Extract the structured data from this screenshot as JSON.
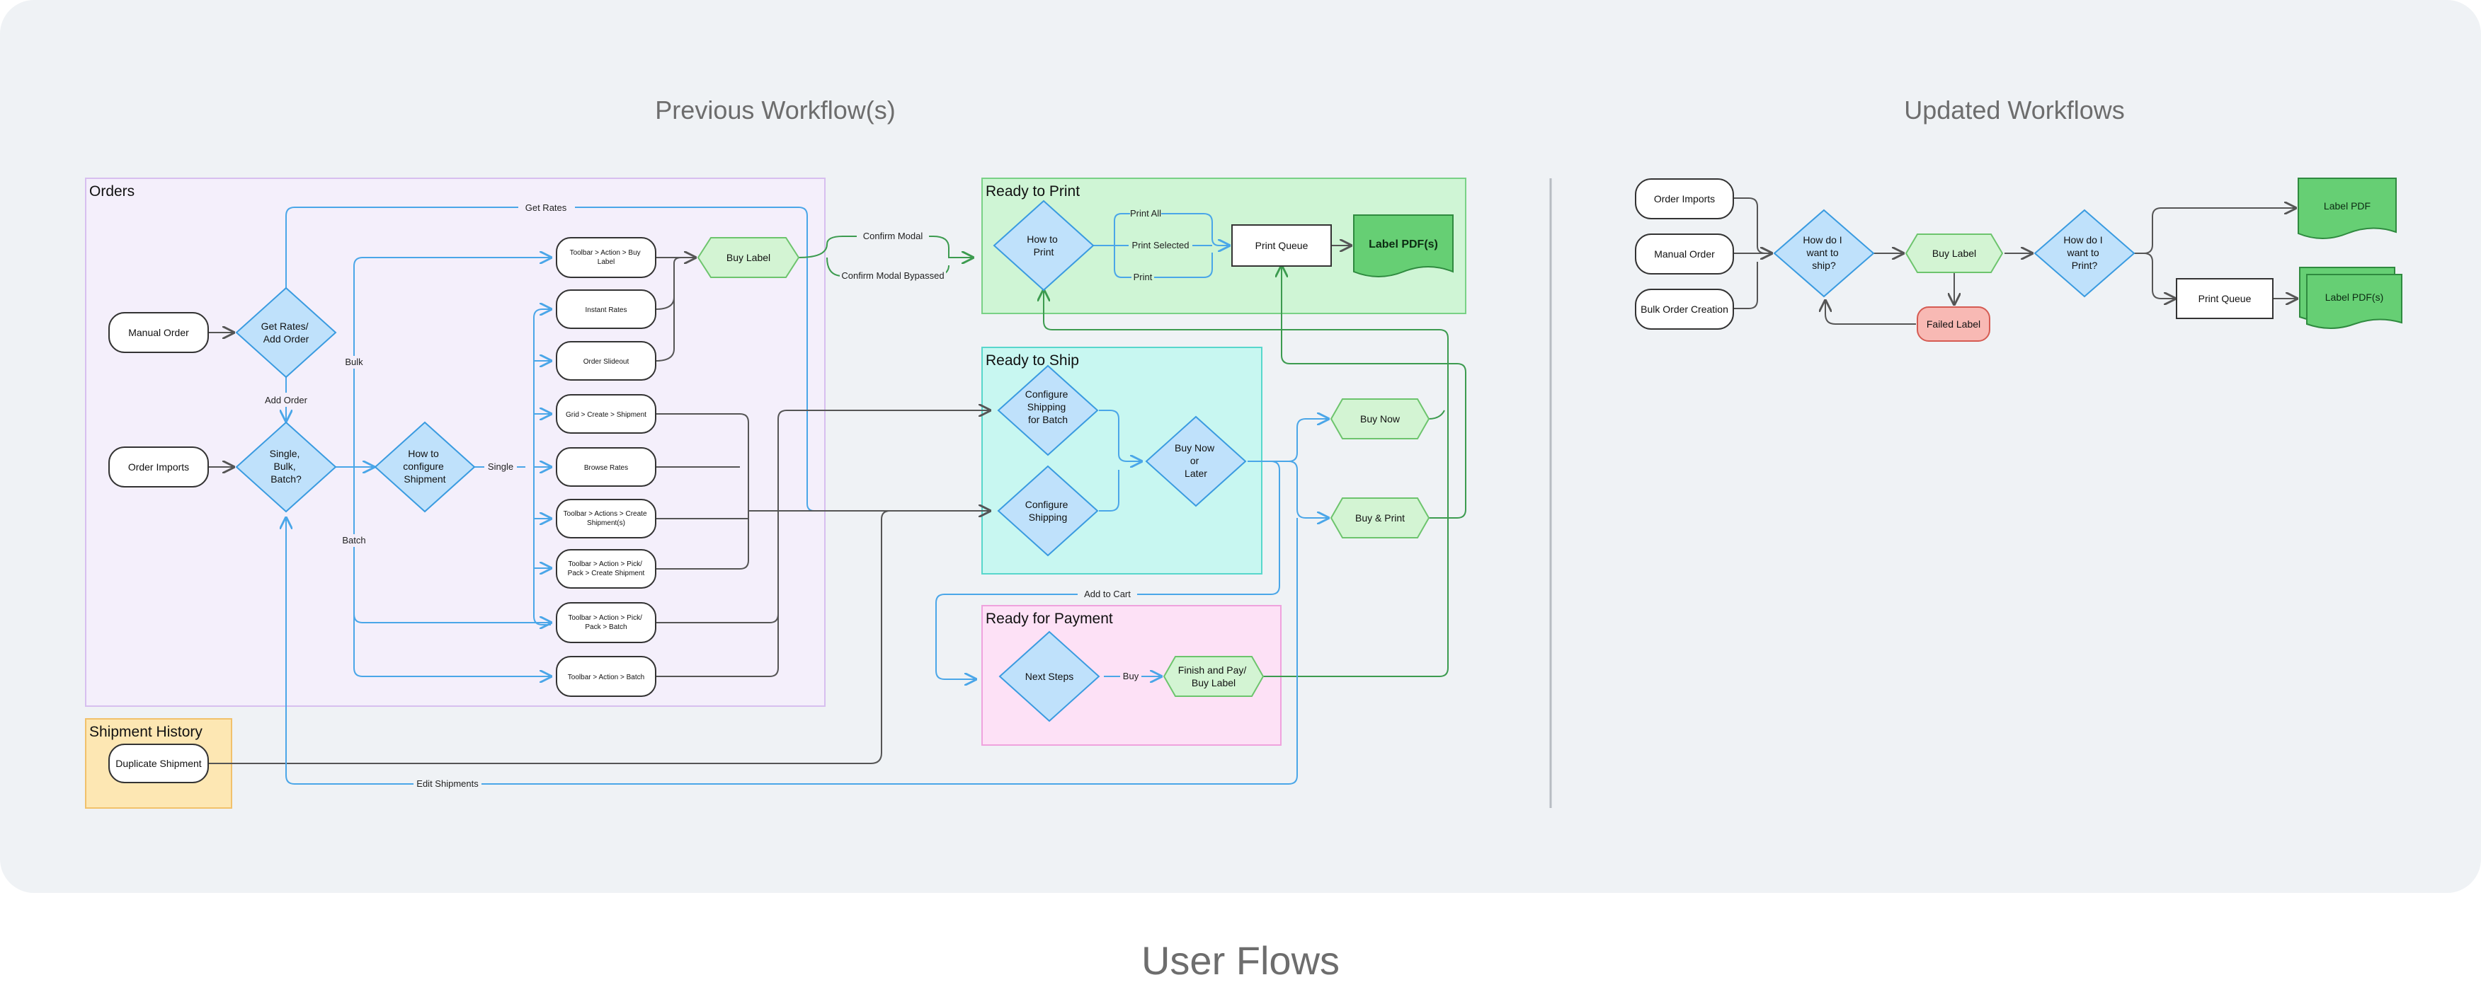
{
  "page_title": "User Flows",
  "colors": {
    "background_panel": "#eff2f5",
    "orders_fill": "#f4effb",
    "orders_border": "#d7bfef",
    "history_fill": "#fde7b3",
    "history_border": "#f1c16b",
    "print_fill": "#cff5d5",
    "print_border": "#79d186",
    "ship_fill": "#c8f7f1",
    "ship_border": "#58d7cc",
    "payment_fill": "#fde1f6",
    "payment_border": "#efa2dd",
    "decision_fill": "#bfe1fb",
    "decision_border": "#3a9be0",
    "hex_fill": "#d3f4d3",
    "hex_border": "#6dc46d",
    "doc_fill": "#66cf74",
    "failed_fill": "#f8b9b4",
    "blue_line": "#4aa6e8",
    "gray_line": "#555555",
    "green_line": "#3c9b4f"
  },
  "previous": {
    "title": "Previous Workflow(s)",
    "groups": {
      "orders": "Orders",
      "shipment_history": "Shipment History",
      "ready_to_print": "Ready to Print",
      "ready_to_ship": "Ready to Ship",
      "ready_for_payment": "Ready for Payment"
    },
    "nodes": {
      "manual_order": "Manual Order",
      "order_imports": "Order Imports",
      "get_rates_add_order": [
        "Get Rates/",
        "Add Order"
      ],
      "single_bulk_batch": [
        "Single,",
        "Bulk,",
        "Batch?"
      ],
      "how_configure": [
        "How to",
        "configure",
        "Shipment"
      ],
      "toolbar_buy_label": [
        "Toolbar > Action > Buy",
        "Label"
      ],
      "instant_rates": "Instant Rates",
      "order_slideout": "Order Slideout",
      "grid_create": "Grid > Create > Shipment",
      "browse_rates": "Browse Rates",
      "toolbar_create": [
        "Toolbar > Actions > Create",
        "Shipment(s)"
      ],
      "toolbar_pick_create": [
        "Toolbar > Action > Pick/",
        "Pack > Create Shipment"
      ],
      "toolbar_pick_batch": [
        "Toolbar > Action > Pick/",
        "Pack > Batch"
      ],
      "toolbar_batch": "Toolbar > Action > Batch",
      "buy_label": "Buy Label",
      "how_to_print": [
        "How to",
        "Print"
      ],
      "print_queue": "Print Queue",
      "label_pdfs": "Label PDF(s)",
      "configure_batch": [
        "Configure",
        "Shipping",
        "for Batch"
      ],
      "configure_shipping": [
        "Configure",
        "Shipping"
      ],
      "buy_now_later": [
        "Buy Now",
        "or",
        "Later"
      ],
      "buy_now": "Buy Now",
      "buy_print": "Buy & Print",
      "next_steps": "Next Steps",
      "finish_pay": [
        "Finish and Pay/",
        "Buy Label"
      ],
      "duplicate_shipment": "Duplicate Shipment"
    },
    "edge_labels": {
      "get_rates": "Get Rates",
      "add_order": "Add Order",
      "bulk": "Bulk",
      "batch": "Batch",
      "single": "Single",
      "confirm_modal": "Confirm Modal",
      "confirm_modal_bypassed": "Confirm Modal Bypassed",
      "print_all": "Print All",
      "print_selected": "Print Selected",
      "print": "Print",
      "add_to_cart": "Add to Cart",
      "buy": "Buy",
      "edit_shipments": "Edit Shipments"
    }
  },
  "updated": {
    "title": "Updated Workflows",
    "nodes": {
      "order_imports": "Order Imports",
      "manual_order": "Manual Order",
      "bulk_order_creation": "Bulk Order Creation",
      "how_ship": [
        "How do I",
        "want to",
        "ship?"
      ],
      "buy_label": "Buy Label",
      "failed_label": "Failed Label",
      "how_print": [
        "How do I",
        "want to",
        "Print?"
      ],
      "label_pdf": "Label PDF",
      "print_queue": "Print Queue",
      "label_pdfs": "Label PDF(s)"
    }
  }
}
